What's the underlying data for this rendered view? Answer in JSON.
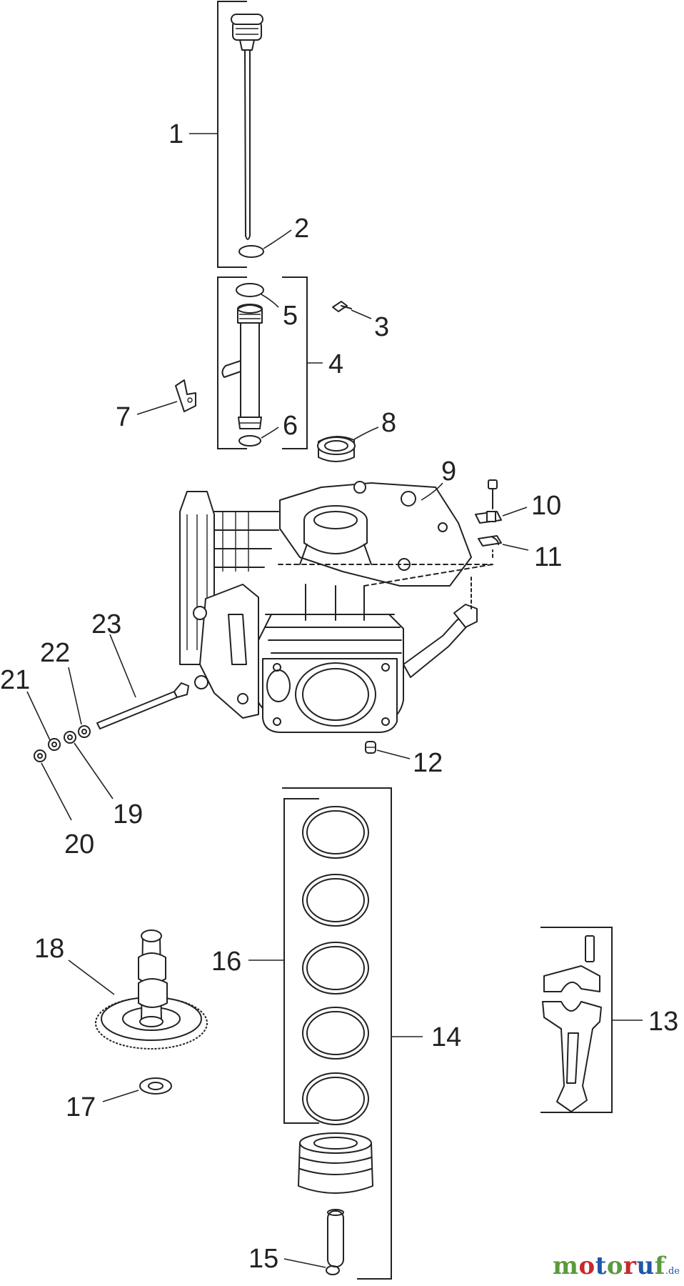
{
  "callouts": [
    "1",
    "2",
    "3",
    "4",
    "5",
    "6",
    "7",
    "8",
    "9",
    "10",
    "11",
    "12",
    "13",
    "14",
    "15",
    "16",
    "17",
    "18",
    "19",
    "20",
    "21",
    "22",
    "23"
  ],
  "watermark": {
    "main": "motoruf",
    "tld": ".de",
    "colors": {
      "green": "#5a9a3c",
      "red": "#c62a2a",
      "blue": "#1f57a8"
    }
  },
  "icons": [
    "dipstick",
    "o-ring",
    "screw",
    "fill-tube",
    "bracket",
    "oil-seal",
    "crankcase-cylinder",
    "bolt",
    "clip",
    "plug",
    "connecting-rod",
    "piston",
    "piston-ring",
    "piston-pin",
    "retainer-clip",
    "camshaft-gear",
    "washer",
    "nut",
    "governor-shaft"
  ]
}
